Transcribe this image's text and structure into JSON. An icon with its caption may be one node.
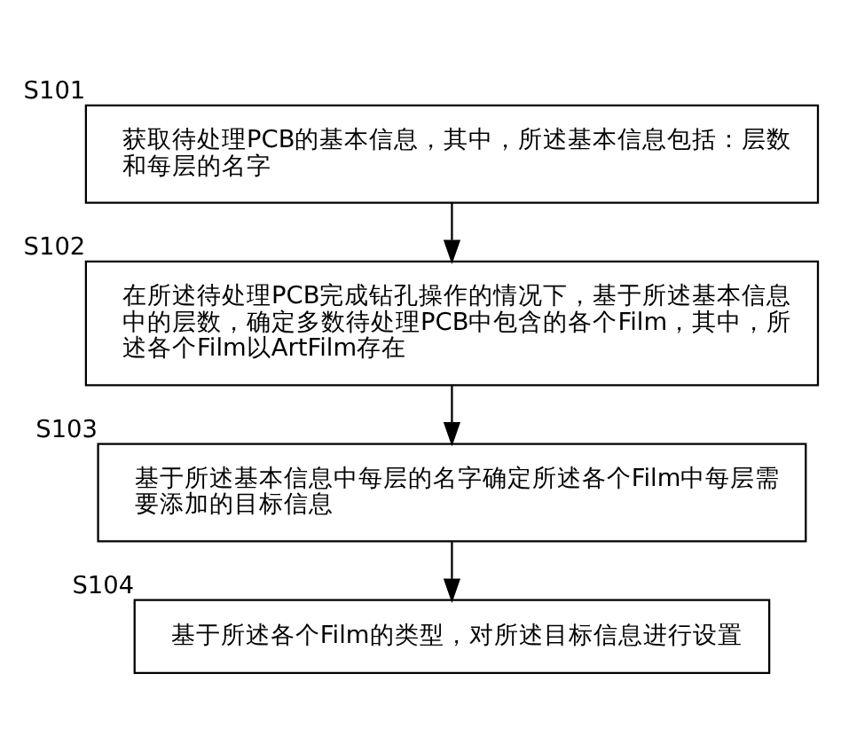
{
  "diagram": {
    "nodes": [
      {
        "text": [
          "获取待处理PCB的基本信息，其中，所述基本信息包括：层数和每层的名字"
        ],
        "beside": [
          "S101"
        ]
      },
      {
        "text": [
          "在所述待处理PCB完成钻孔操作的情况下，基于所述基本信息中的层数，确定多数待处理PCB中包含的各个Film，其中，所述各个Film以ArtFilm存在"
        ],
        "beside": [
          "S102"
        ]
      },
      {
        "text": [
          "基于所述基本信息中每层的名字确定所述各个Film中每层需要添加的目标信息"
        ],
        "beside": [
          "S103"
        ]
      },
      {
        "text": [
          "基于所述各个Film的类型，对所述目标信息进行设置"
        ],
        "beside": [
          "S104"
        ]
      }
    ],
    "edges": [
      {
        "from": 0,
        "to": 1,
        "arrow": "to"
      },
      {
        "from": 1,
        "to": 2,
        "arrow": "to"
      },
      {
        "from": 2,
        "to": 3,
        "arrow": "to"
      }
    ]
  }
}
